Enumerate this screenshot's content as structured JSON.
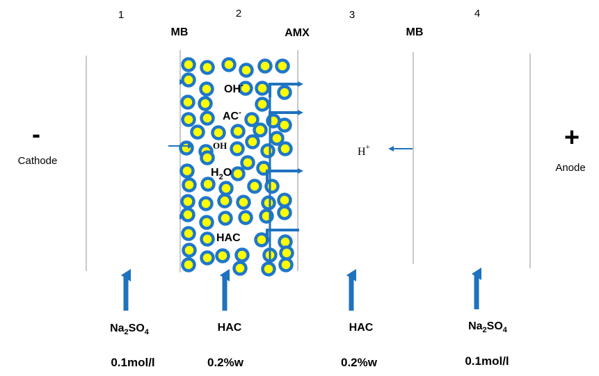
{
  "compartments": [
    "1",
    "2",
    "3",
    "4"
  ],
  "membranes": {
    "left": "MB",
    "middle": "AMX",
    "right": "MB"
  },
  "electrodes": {
    "cathode": {
      "sign": "-",
      "name": "Cathode"
    },
    "anode": {
      "sign": "+",
      "name": "Anode"
    }
  },
  "species": {
    "oh_top": {
      "base": "OH",
      "sup": "-"
    },
    "ac": {
      "base": "AC",
      "sup": "-"
    },
    "oh_small": {
      "base": "OH"
    },
    "h2o": {
      "pre": "H",
      "sub": "2",
      "post": "O"
    },
    "hac": {
      "base": "HAC"
    },
    "h_plus": {
      "base": "H",
      "sup": "+"
    }
  },
  "feeds": [
    {
      "solute_pre": "Na",
      "sub1": "2",
      "mid": "SO",
      "sub2": "4",
      "concentration": "0.1mol/l"
    },
    {
      "solute": "HAC",
      "concentration": "0.2%w"
    },
    {
      "solute": "HAC",
      "concentration": "0.2%w"
    },
    {
      "solute_pre": "Na",
      "sub1": "2",
      "mid": "SO",
      "sub2": "4",
      "concentration": "0.1mol/l"
    }
  ],
  "colors": {
    "bead_fill": "#FFFF00",
    "bead_ring": "#1F77C8",
    "arrow": "#1F72BE",
    "membrane_line": "#C8C8C8"
  }
}
